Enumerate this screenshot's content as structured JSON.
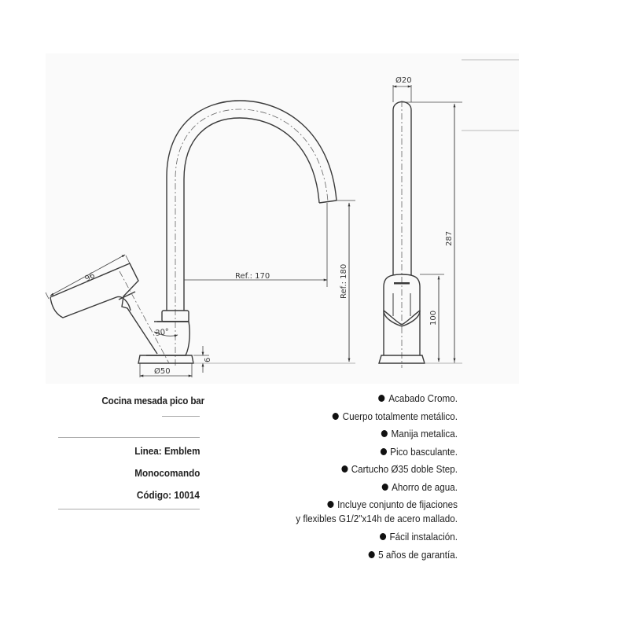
{
  "product": {
    "title": "Cocina mesada pico bar",
    "linea": "Linea: Emblem",
    "tipo": "Monocomando",
    "codigo": "Código: 10014"
  },
  "features": [
    {
      "text": "Acabado Cromo.",
      "bullet": true
    },
    {
      "text": "Cuerpo totalmente metálico.",
      "bullet": true
    },
    {
      "text": "Manija metalica.",
      "bullet": true
    },
    {
      "text": "Pico basculante.",
      "bullet": true
    },
    {
      "text": "Cartucho Ø35 doble Step.",
      "bullet": true
    },
    {
      "text": "Ahorro de agua.",
      "bullet": true
    },
    {
      "text": "Incluye conjunto de fijaciones",
      "bullet": true
    },
    {
      "text": "y flexibles G1/2\"x14h de acero mallado.",
      "bullet": false
    },
    {
      "text": "Fácil instalación.",
      "bullet": true
    },
    {
      "text": "5 años de garantía.",
      "bullet": true
    }
  ],
  "dimensions": {
    "handle_length": "96",
    "handle_angle": "30°",
    "base_diameter": "Ø50",
    "base_height": "6",
    "spout_reach": "Ref.: 170",
    "spout_height": "Ref.: 180",
    "spout_diameter": "Ø20",
    "total_height": "287",
    "body_height": "100"
  },
  "colors": {
    "line": "#3a3a3a",
    "text": "#222222",
    "bullet": "#111111"
  }
}
